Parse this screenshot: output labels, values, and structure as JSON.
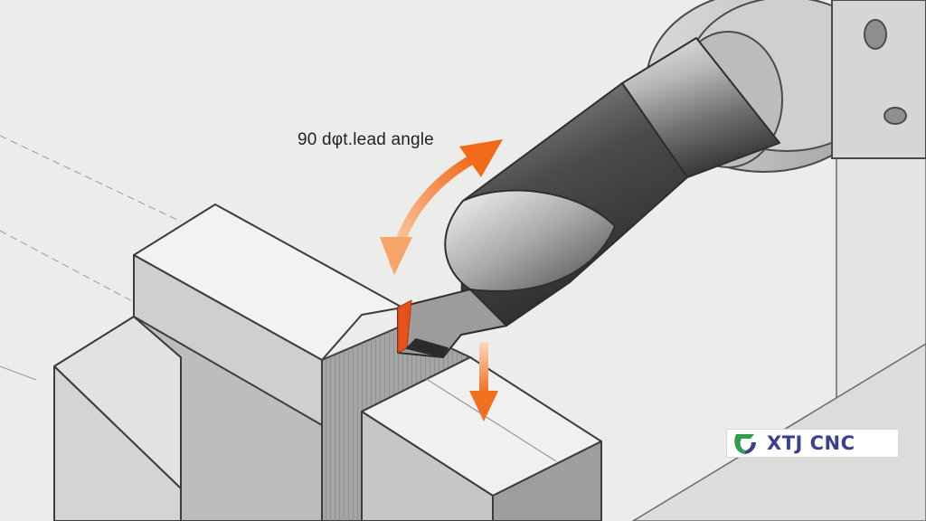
{
  "annotation": {
    "label": "90 dφt.lead angle"
  },
  "logo": {
    "text": "XTJ CNC",
    "primary_color": "#3a3f8f",
    "accent_color": "#2e9e4a"
  },
  "colors": {
    "arrow": "#f07020",
    "cutting_edge": "#e8501a",
    "background": "#ececea"
  },
  "icons": {
    "rotation_arrow": "double-headed-curved-arrow",
    "feed_arrow": "down-arrow"
  }
}
